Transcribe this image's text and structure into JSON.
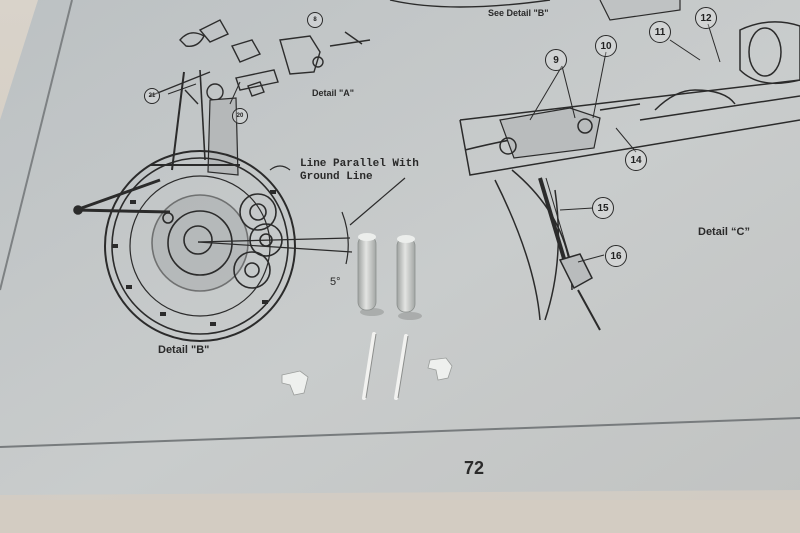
{
  "page": {
    "number": "72",
    "labels": {
      "detail_a": "Detail \"A\"",
      "detail_b": "Detail \"B\"",
      "detail_c": "Detail “C”",
      "see_detail_b": "See Detail \"B\"",
      "line_parallel_1": "Line Parallel With",
      "line_parallel_2": "Ground Line",
      "angle": "5°"
    },
    "callouts": [
      "8",
      "9",
      "10",
      "11",
      "12",
      "14",
      "15",
      "16",
      "21",
      "20"
    ]
  },
  "colors": {
    "paper": "#c7cacb",
    "ink": "#2a2a2a",
    "resin_parts": "#d8dada"
  }
}
